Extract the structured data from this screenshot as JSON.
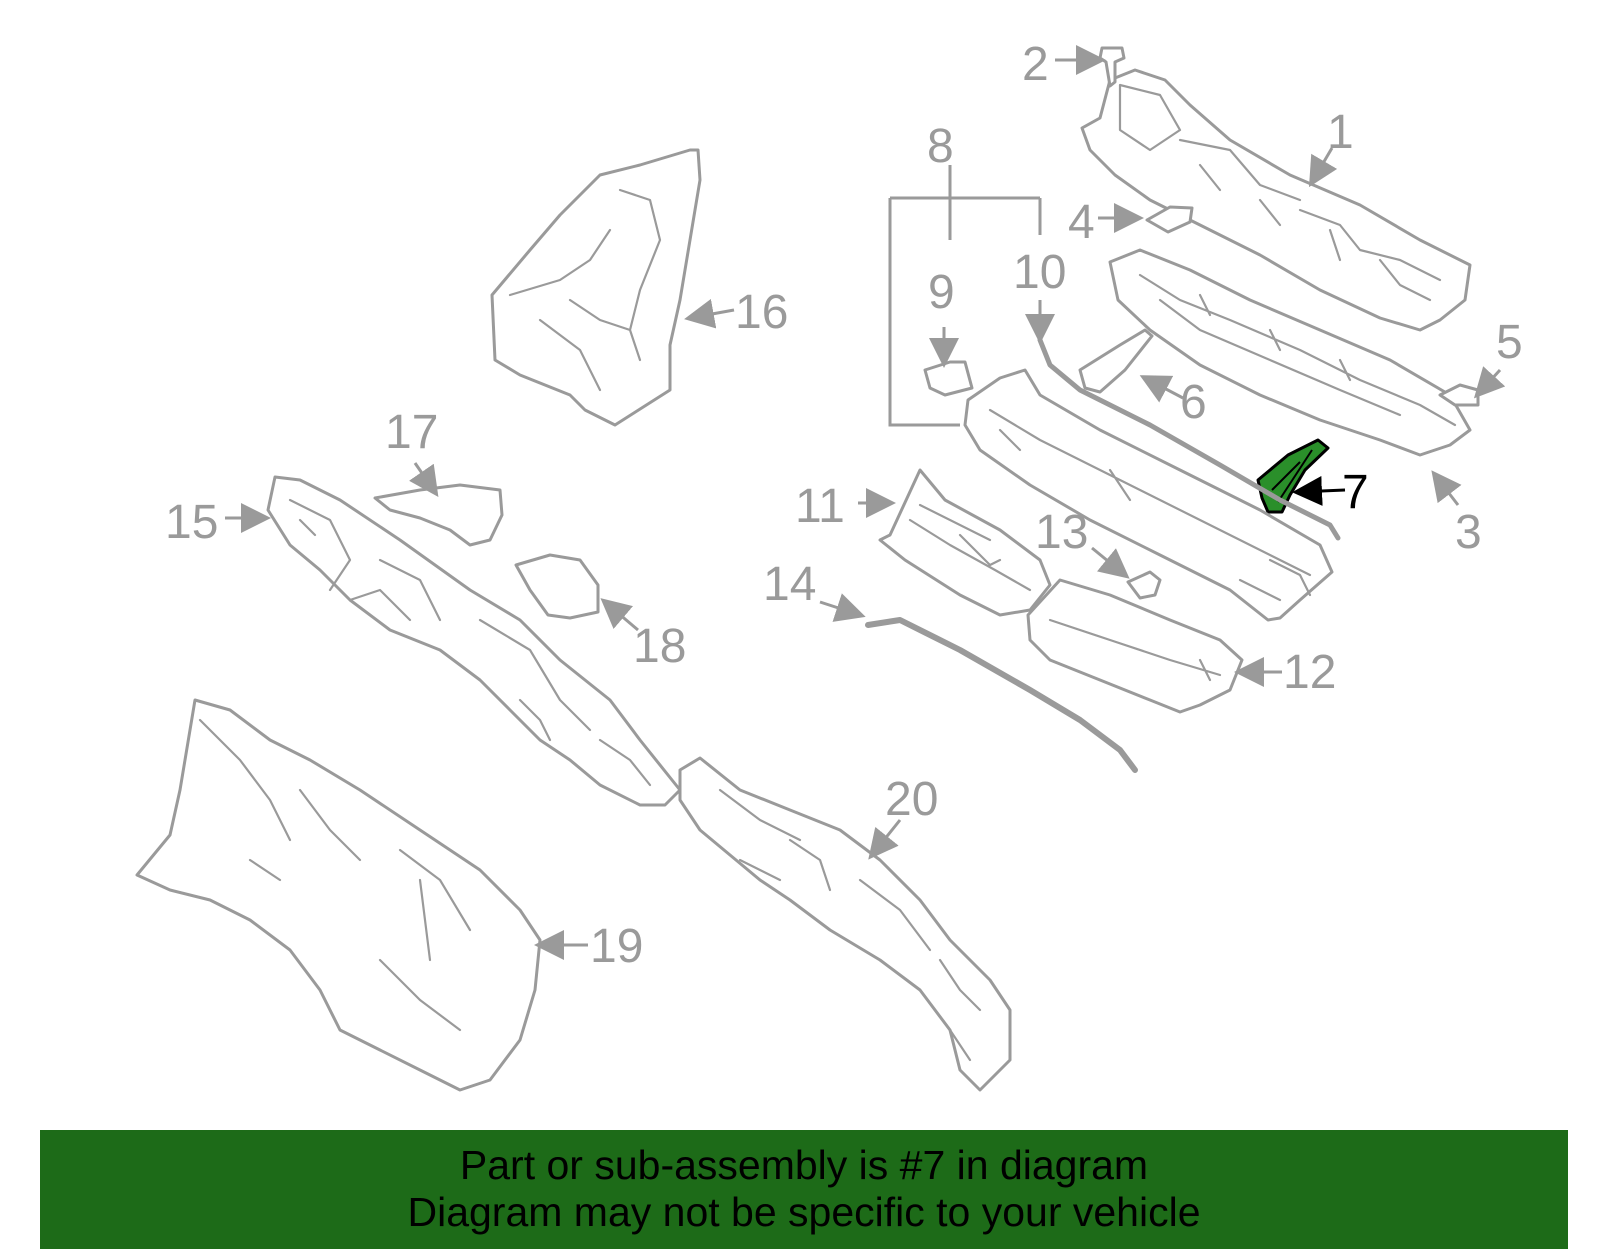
{
  "diagram": {
    "highlight_color": "#2a8f2a",
    "callouts": {
      "c1": "1",
      "c2": "2",
      "c3": "3",
      "c4": "4",
      "c5": "5",
      "c6": "6",
      "c7": "7",
      "c8": "8",
      "c9": "9",
      "c10": "10",
      "c11": "11",
      "c12": "12",
      "c13": "13",
      "c14": "14",
      "c15": "15",
      "c16": "16",
      "c17": "17",
      "c18": "18",
      "c19": "19",
      "c20": "20"
    },
    "highlighted_part": "7"
  },
  "banner": {
    "line1": "Part or sub-assembly is #7 in diagram",
    "line2": "Diagram may not be specific to your vehicle",
    "background": "#1d6b18"
  }
}
